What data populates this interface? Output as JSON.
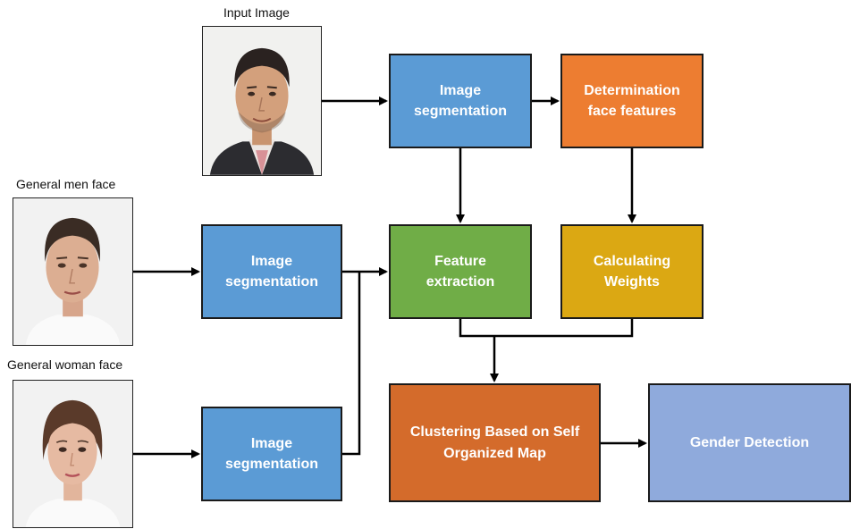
{
  "captions": {
    "input_image": "Input Image",
    "men_face": "General men face",
    "woman_face": "General woman face"
  },
  "boxes": {
    "seg_top": "Image\nsegmentation",
    "face_features": "Determination\nface features",
    "feature_extraction": "Feature\nextraction",
    "calc_weights": "Calculating\nWeights",
    "seg_men": "Image\nsegmentation",
    "seg_woman": "Image\nsegmentation",
    "clustering": "Clustering Based on Self\nOrganized Map",
    "gender": "Gender Detection"
  },
  "colors": {
    "blue": "#5b9bd5",
    "orange": "#ed7d31",
    "green": "#70ad47",
    "gold": "#dba813",
    "dark_orange": "#d46b2b",
    "lavender": "#8faadc"
  },
  "icons": {
    "input_photo": "man-portrait-photo",
    "men_photo": "average-male-face-photo",
    "woman_photo": "average-female-face-photo"
  }
}
